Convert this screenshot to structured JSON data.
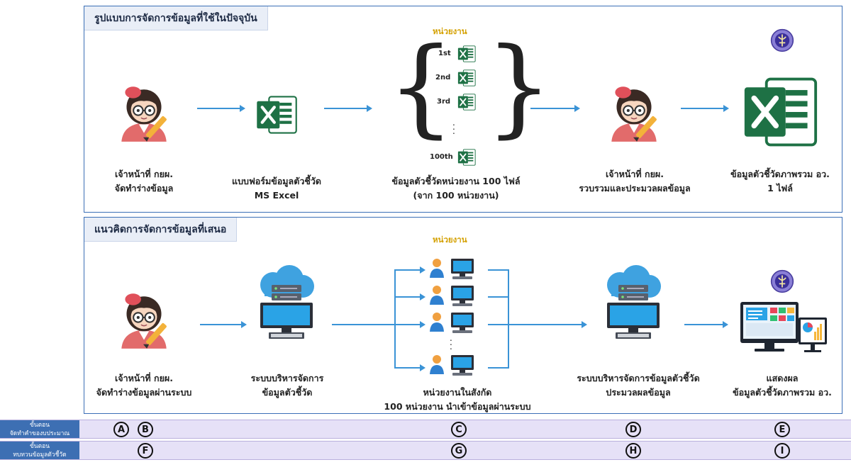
{
  "panel_current": {
    "title": "รูปแบบการจัดการข้อมูลที่ใช้ในปัจจุบัน",
    "unit_label": "หน่วยงาน",
    "ordinals": [
      "1st",
      "2nd",
      "3rd",
      "100th"
    ],
    "captions": [
      [
        "เจ้าหน้าที่ กยผ.",
        "จัดทำร่างข้อมูล"
      ],
      [
        "แบบฟอร์มข้อมูลตัวชี้วัด",
        "MS Excel"
      ],
      [
        "ข้อมูลตัวชี้วัดหน่วยงาน 100 ไฟล์",
        "(จาก 100 หน่วยงาน)"
      ],
      [
        "เจ้าหน้าที่ กยผ.",
        "รวบรวมและประมวลผลข้อมูล"
      ],
      [
        "ข้อมูลตัวชี้วัดภาพรวม อว.",
        "1 ไฟล์"
      ]
    ]
  },
  "panel_proposed": {
    "title": "แนวคิดการจัดการข้อมูลที่เสนอ",
    "unit_label": "หน่วยงาน",
    "captions": [
      [
        "เจ้าหน้าที่ กยผ.",
        "จัดทำร่างข้อมูลผ่านระบบ"
      ],
      [
        "ระบบบริหารจัดการ",
        "ข้อมูลตัวชี้วัด"
      ],
      [
        "หน่วยงานในสังกัด",
        "100 หน่วยงาน นำเข้าข้อมูลผ่านระบบ"
      ],
      [
        "ระบบบริหารจัดการข้อมูลตัวชี้วัด",
        "ประมวลผลข้อมูล"
      ],
      [
        "แสดงผล",
        "ข้อมูลตัวชี้วัดภาพรวม อว."
      ]
    ]
  },
  "steps_row1": {
    "label_line1": "ขั้นตอน",
    "label_line2": "จัดทำคำของบประมาณ",
    "markers": [
      "A",
      "B",
      "C",
      "D",
      "E"
    ]
  },
  "steps_row2": {
    "label_line1": "ขั้นตอน",
    "label_line2": "ทบทวนข้อมูลตัวชี้วัด",
    "markers": [
      "F",
      "G",
      "H",
      "I"
    ]
  },
  "icons": {
    "person": "person-writing-icon",
    "excel": "excel-icon",
    "server": "cloud-server-icon",
    "user_computer": "user-computer-icon",
    "dashboard": "dashboard-monitor-icon",
    "emblem": "ministry-emblem-icon"
  },
  "colors": {
    "panel_border": "#3b6fb6",
    "arrow": "#3a93d6",
    "excel_green": "#1e7145",
    "unit_label": "#d4a000",
    "step_band": "#e6e1f7",
    "step_label_bg": "#3d6fb3"
  }
}
